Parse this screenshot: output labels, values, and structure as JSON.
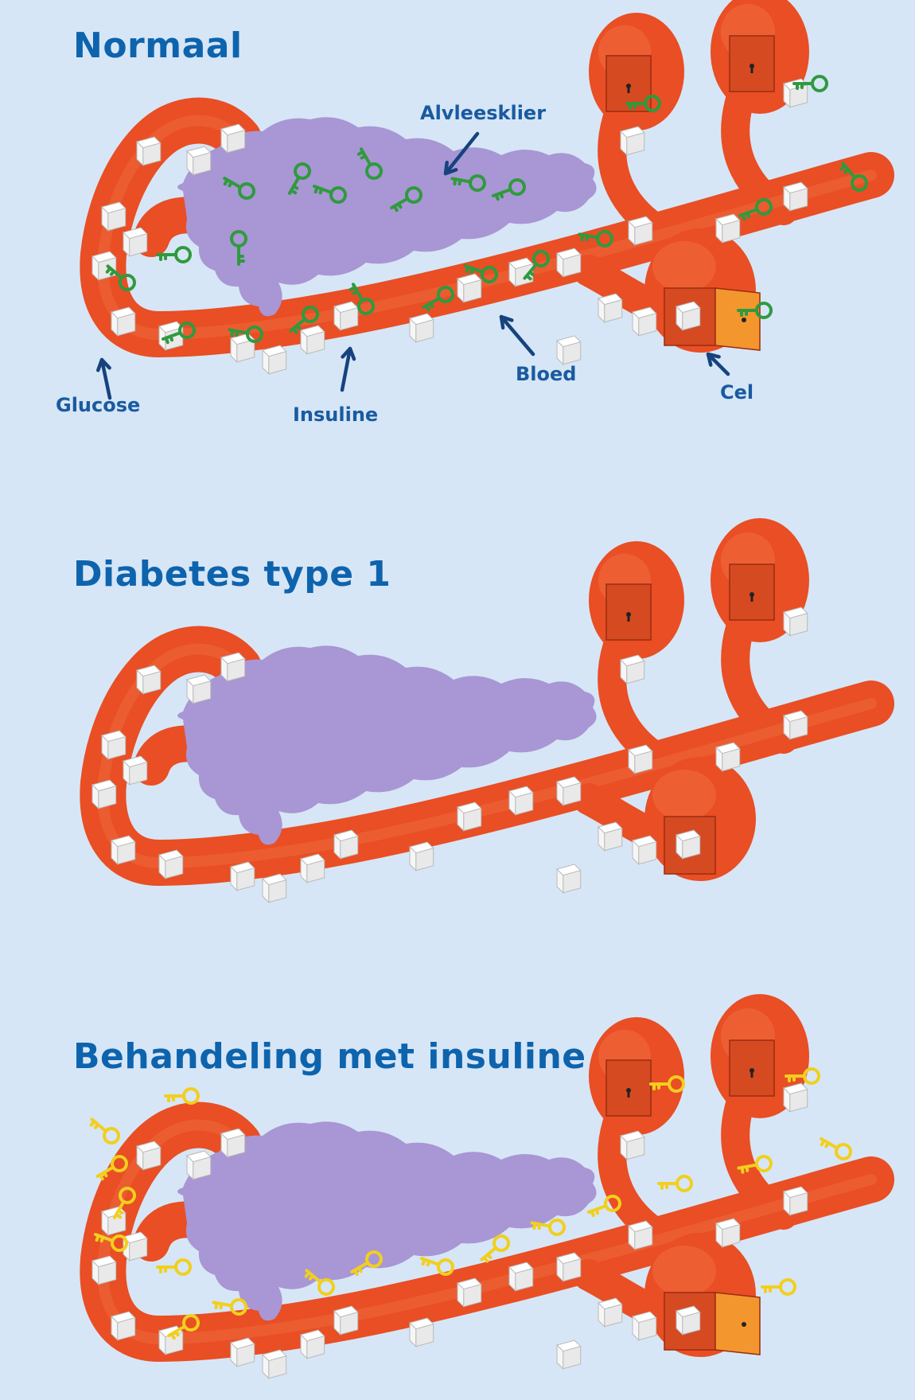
{
  "panels": [
    {
      "title": "Normaal",
      "insulin": "green",
      "cell_doors_open": true,
      "labels": {
        "pancreas": "Alvleesklier",
        "glucose": "Glucose",
        "insulin": "Insuline",
        "blood": "Bloed",
        "cell": "Cel"
      }
    },
    {
      "title": "Diabetes type 1",
      "insulin": "none",
      "cell_doors_open": false
    },
    {
      "title": "Behandeling met insuline",
      "insulin": "yellow",
      "cell_doors_open": true
    }
  ],
  "colors": {
    "background": "#d6e6f6",
    "title": "#0e63ad",
    "label": "#1a5aa0",
    "vessel": "#e94e24",
    "vessel_dark": "#c8391a",
    "pancreas": "#a996d4",
    "insulin_natural": "#2f9a3e",
    "insulin_injected": "#f1cf1e",
    "arrow": "#16437e"
  },
  "icons": [
    "glucose-cube-icon",
    "insulin-key-icon",
    "keyhole-icon",
    "cell-door-icon"
  ]
}
